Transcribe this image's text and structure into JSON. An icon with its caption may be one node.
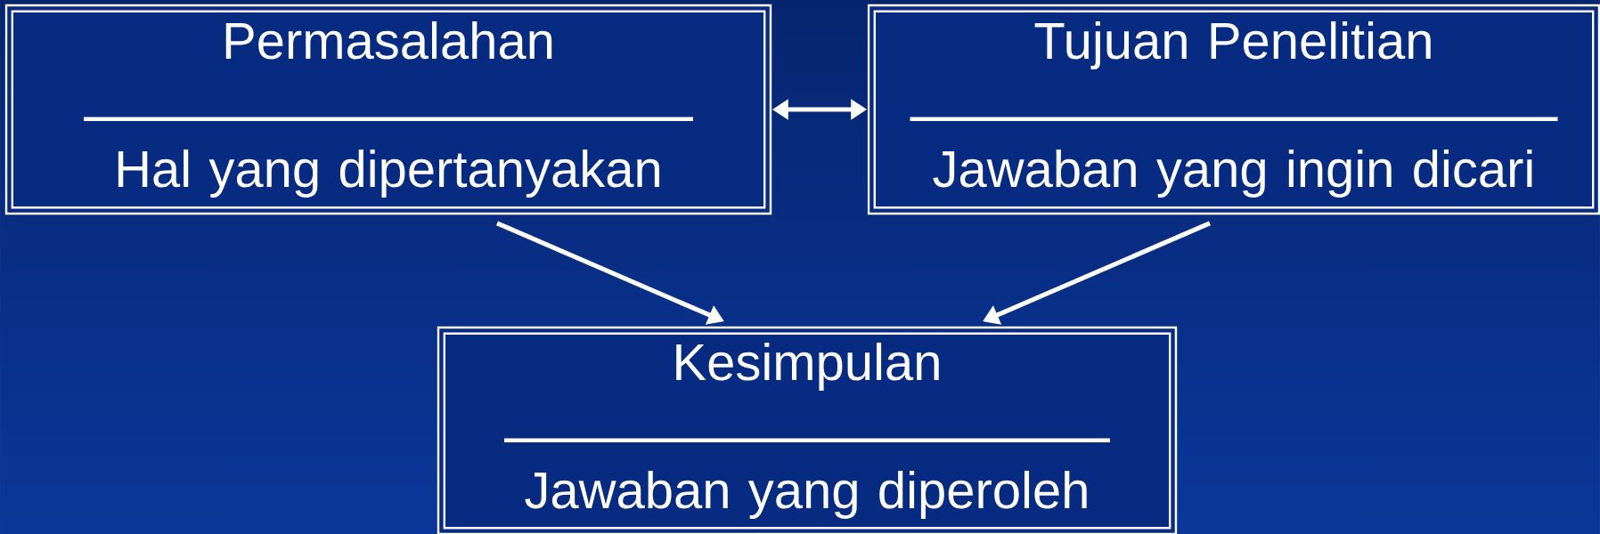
{
  "diagram": {
    "nodes": [
      {
        "text": [
          "Permasalahan",
          "Hal yang dipertanyakan"
        ]
      },
      {
        "text": [
          "Tujuan Penelitian",
          "Jawaban yang ingin dicari"
        ]
      },
      {
        "text": [
          "Kesimpulan",
          "Jawaban yang diperoleh"
        ]
      }
    ],
    "edges": [
      {
        "from": 0,
        "to": 1,
        "arrow": "both"
      },
      {
        "from": 0,
        "to": 2,
        "arrow": "to"
      },
      {
        "from": 1,
        "to": 2,
        "arrow": "to"
      }
    ]
  }
}
